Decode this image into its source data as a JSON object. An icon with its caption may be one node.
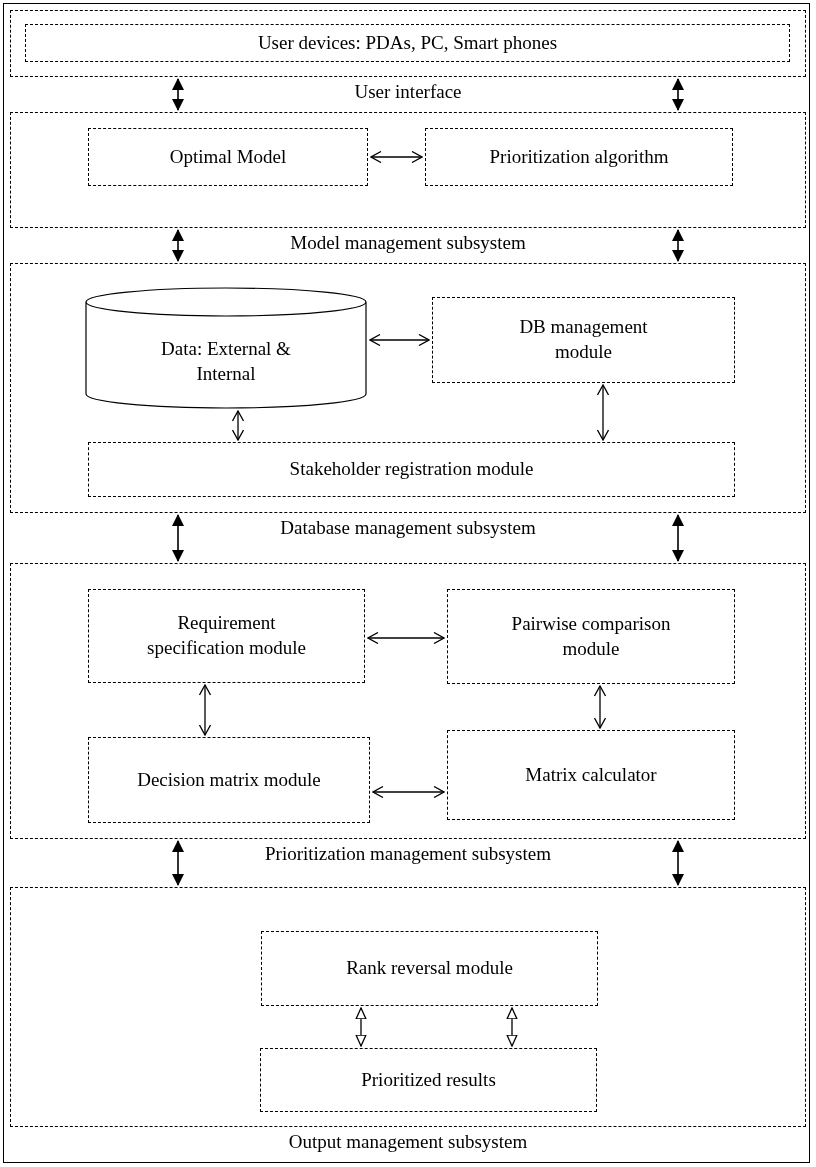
{
  "diagram": {
    "nodes": [
      {
        "text": [
          "User interface"
        ]
      },
      {
        "text": [
          "User devices: PDAs, PC, Smart phones"
        ],
        "in": 0
      },
      {
        "text": [
          "Model management subsystem"
        ]
      },
      {
        "text": [
          "Optimal Model"
        ],
        "in": 2
      },
      {
        "text": [
          "Prioritization algorithm"
        ],
        "in": 2
      },
      {
        "text": [
          "Database management subsystem"
        ]
      },
      {
        "text": [
          "Data: External & Internal"
        ],
        "in": 5
      },
      {
        "text": [
          "DB management module"
        ],
        "in": 5
      },
      {
        "text": [
          "Stakeholder registration module"
        ],
        "in": 5
      },
      {
        "text": [
          "Prioritization management subsystem"
        ]
      },
      {
        "text": [
          "Requirement specification module"
        ],
        "in": 9
      },
      {
        "text": [
          "Pairwise comparison module"
        ],
        "in": 9
      },
      {
        "text": [
          "Decision matrix module"
        ],
        "in": 9
      },
      {
        "text": [
          "Matrix calculator"
        ],
        "in": 9
      },
      {
        "text": [
          "Output management subsystem"
        ]
      },
      {
        "text": [
          "Rank reversal module"
        ],
        "in": 14
      },
      {
        "text": [
          "Prioritized results"
        ],
        "in": 14
      }
    ],
    "edges": [
      {
        "from": 0,
        "to": 2,
        "arrow": "both"
      },
      {
        "from": 0,
        "to": 2,
        "arrow": "both"
      },
      {
        "from": 3,
        "to": 4,
        "arrow": "both"
      },
      {
        "from": 2,
        "to": 5,
        "arrow": "both"
      },
      {
        "from": 2,
        "to": 5,
        "arrow": "both"
      },
      {
        "from": 6,
        "to": 7,
        "arrow": "both"
      },
      {
        "from": 6,
        "to": 8,
        "arrow": "both"
      },
      {
        "from": 7,
        "to": 8,
        "arrow": "both"
      },
      {
        "from": 5,
        "to": 9,
        "arrow": "both"
      },
      {
        "from": 5,
        "to": 9,
        "arrow": "both"
      },
      {
        "from": 10,
        "to": 11,
        "arrow": "both"
      },
      {
        "from": 10,
        "to": 12,
        "arrow": "both"
      },
      {
        "from": 11,
        "to": 13,
        "arrow": "both"
      },
      {
        "from": 12,
        "to": 13,
        "arrow": "both"
      },
      {
        "from": 9,
        "to": 14,
        "arrow": "both"
      },
      {
        "from": 9,
        "to": 14,
        "arrow": "both"
      },
      {
        "from": 15,
        "to": 16,
        "arrow": "both"
      },
      {
        "from": 15,
        "to": 16,
        "arrow": "both"
      }
    ]
  }
}
